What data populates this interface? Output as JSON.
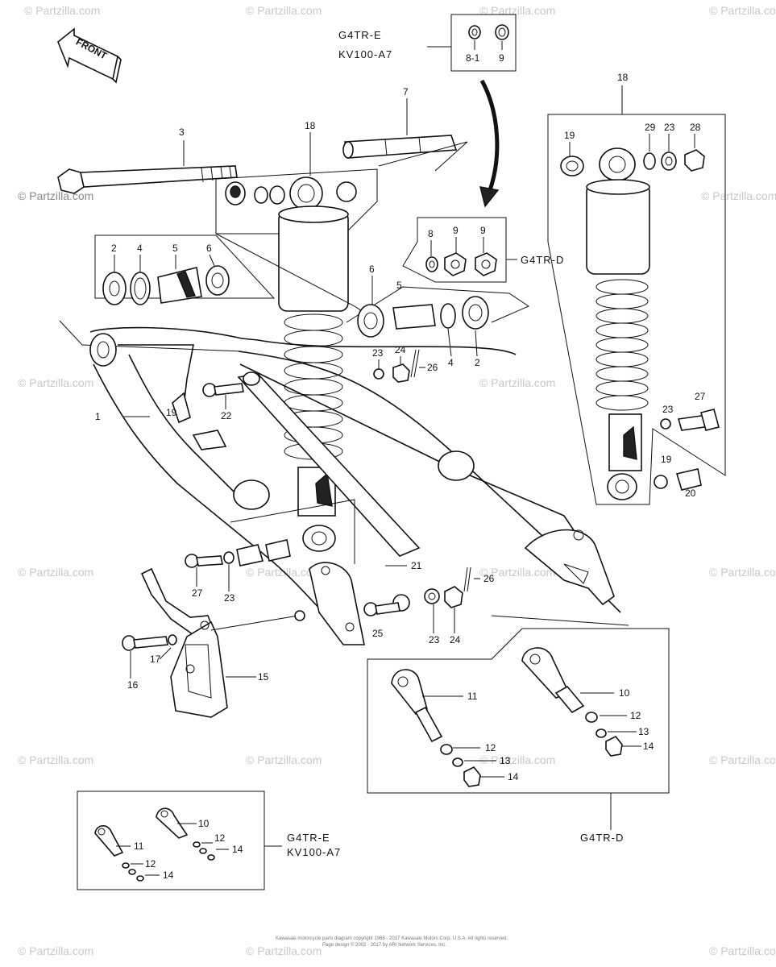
{
  "watermark": "© Partzilla.com",
  "front_label": "FRONT",
  "models": {
    "top_box": [
      "G4TR-E",
      "KV100-A7"
    ],
    "mid_right": "G4TR-D",
    "bottom_right": "G4TR-D",
    "bottom_left": [
      "G4TR-E",
      "KV100-A7"
    ]
  },
  "callouts": {
    "p1": "1",
    "p2a": "2",
    "p2b": "2",
    "p3": "3",
    "p4a": "4",
    "p4b": "4",
    "p5a": "5",
    "p5b": "5",
    "p6a": "6",
    "p6b": "6",
    "p7": "7",
    "p8": "8",
    "p8_1": "8-1",
    "p9a": "9",
    "p9b": "9",
    "p9c": "9",
    "p10a": "10",
    "p10b": "10",
    "p11a": "11",
    "p11b": "11",
    "p12a": "12",
    "p12b": "12",
    "p12c": "12",
    "p12d": "12",
    "p13a": "13",
    "p13b": "13",
    "p14a": "14",
    "p14b": "14",
    "p14c": "14",
    "p14d": "14",
    "p15": "15",
    "p16": "16",
    "p17": "17",
    "p18a": "18",
    "p18b": "18",
    "p19a": "19",
    "p19b": "19",
    "p19c": "19",
    "p20": "20",
    "p21": "21",
    "p22": "22",
    "p23a": "23",
    "p23b": "23",
    "p23c": "23",
    "p23d": "23",
    "p23e": "23",
    "p24a": "24",
    "p24b": "24",
    "p25": "25",
    "p26a": "26",
    "p26b": "26",
    "p27a": "27",
    "p27b": "27",
    "p28": "28",
    "p29": "29"
  },
  "footer": {
    "line1": "Kawasaki motorcycle parts diagram copyright 1968 - 2017 Kawasaki Motors Corp. U.S.A. All rights reserved.",
    "line2": "Page design © 2002 - 2017 by ARI Network Services, Inc."
  }
}
